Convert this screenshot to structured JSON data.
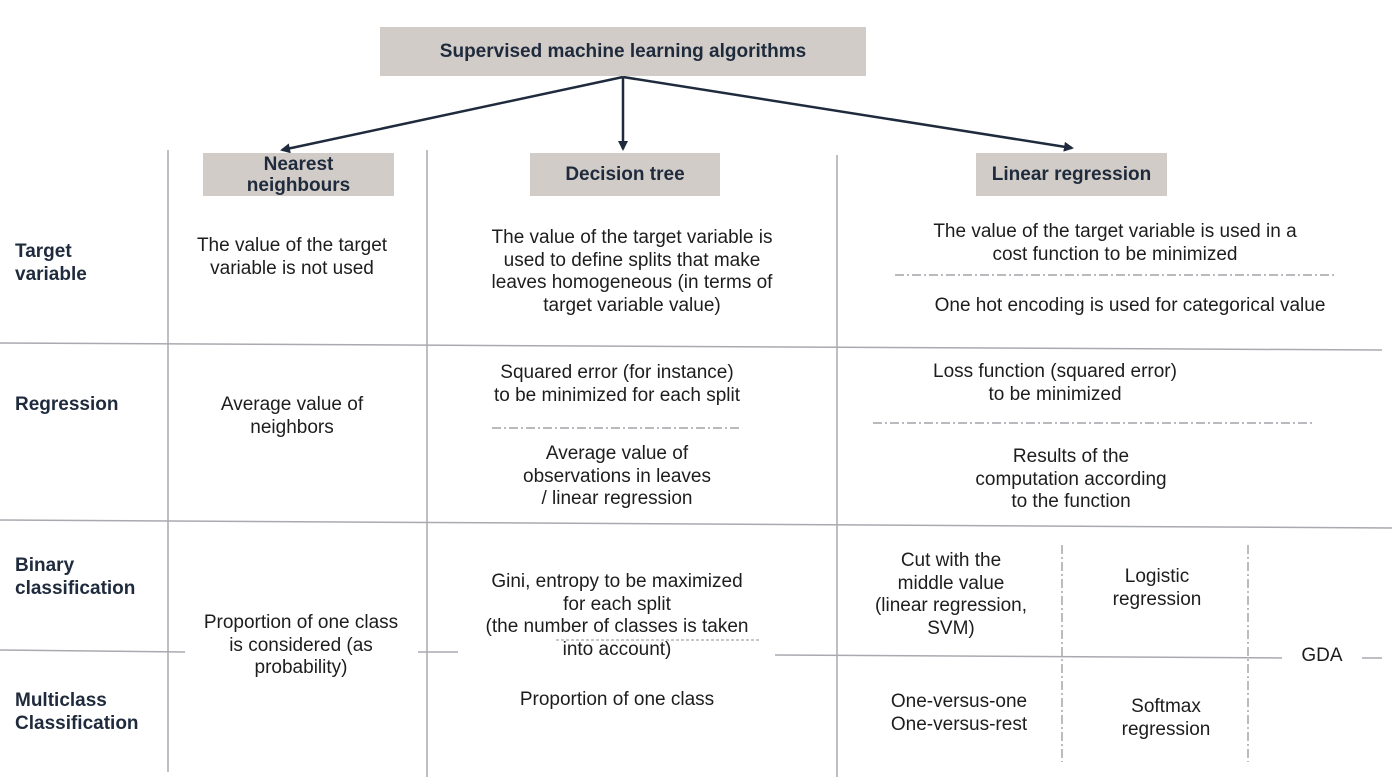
{
  "root": "Supervised machine learning algorithms",
  "columns": {
    "nn": "Nearest\nneighbours",
    "dt": "Decision tree",
    "lr": "Linear regression"
  },
  "rows": {
    "target": "Target\nvariable",
    "regression": "Regression",
    "binary": "Binary\nclassification",
    "multiclass": "Multiclass\nClassification"
  },
  "cells": {
    "nn_target": "The value of the target\nvariable is not used",
    "dt_target": "The value of the target variable is\nused to define splits that make\nleaves homogeneous (in terms of\ntarget variable value)",
    "lr_target_1": "The value of the target variable is used in a\ncost function to be minimized",
    "lr_target_2": "One hot encoding is used for categorical value",
    "nn_regression": "Average value of\nneighbors",
    "dt_regression_1": "Squared error (for instance)\nto be minimized for each split",
    "dt_regression_2": "Average value of\nobservations in leaves\n/ linear regression",
    "lr_regression_1": "Loss function (squared error)\nto be minimized",
    "lr_regression_2": "Results of the\ncomputation according\nto the function",
    "nn_classification": "Proportion of one class\nis considered (as\nprobability)",
    "dt_binary": "Gini, entropy to be maximized\nfor each split\n(the number of classes is taken\ninto account)",
    "dt_multiclass": "Proportion of one class",
    "lr_binary_1": "Cut with the\nmiddle value\n(linear regression,\nSVM)",
    "lr_binary_2": "Logistic\nregression",
    "lr_multiclass_1": "One-versus-one\nOne-versus-rest",
    "lr_multiclass_2": "Softmax\nregression",
    "gda": "GDA"
  }
}
